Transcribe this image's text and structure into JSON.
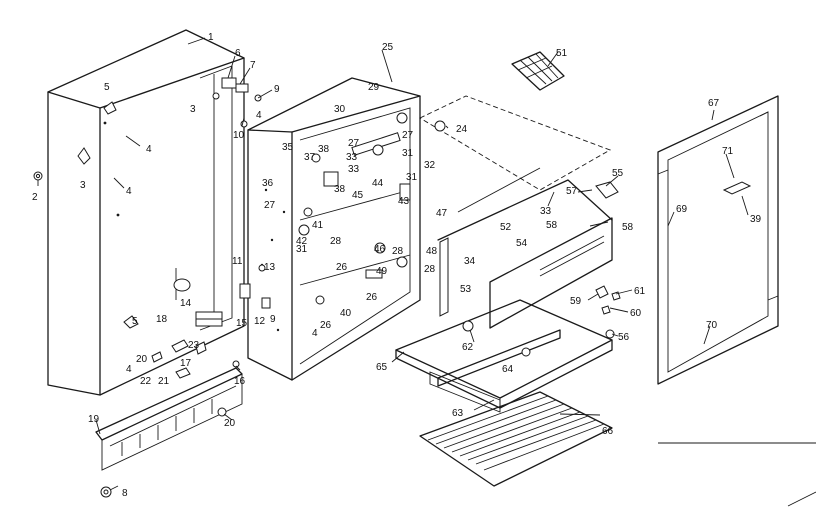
{
  "diagram": {
    "callouts": [
      {
        "id": "c1",
        "text": "1"
      },
      {
        "id": "c2",
        "text": "2"
      },
      {
        "id": "c3a",
        "text": "3"
      },
      {
        "id": "c3b",
        "text": "3"
      },
      {
        "id": "c4a",
        "text": "4"
      },
      {
        "id": "c4b",
        "text": "4"
      },
      {
        "id": "c4c",
        "text": "4"
      },
      {
        "id": "c4d",
        "text": "4"
      },
      {
        "id": "c4e",
        "text": "4"
      },
      {
        "id": "c5a",
        "text": "5"
      },
      {
        "id": "c5b",
        "text": "5"
      },
      {
        "id": "c6",
        "text": "6"
      },
      {
        "id": "c7",
        "text": "7"
      },
      {
        "id": "c8",
        "text": "8"
      },
      {
        "id": "c9a",
        "text": "9"
      },
      {
        "id": "c9b",
        "text": "9"
      },
      {
        "id": "c10",
        "text": "10"
      },
      {
        "id": "c11",
        "text": "11"
      },
      {
        "id": "c12",
        "text": "12"
      },
      {
        "id": "c13",
        "text": "13"
      },
      {
        "id": "c14",
        "text": "14"
      },
      {
        "id": "c15",
        "text": "15"
      },
      {
        "id": "c16",
        "text": "16"
      },
      {
        "id": "c17",
        "text": "17"
      },
      {
        "id": "c18",
        "text": "18"
      },
      {
        "id": "c19",
        "text": "19"
      },
      {
        "id": "c20a",
        "text": "20"
      },
      {
        "id": "c20b",
        "text": "20"
      },
      {
        "id": "c21",
        "text": "21"
      },
      {
        "id": "c22",
        "text": "22"
      },
      {
        "id": "c23",
        "text": "23"
      },
      {
        "id": "c24",
        "text": "24"
      },
      {
        "id": "c25",
        "text": "25"
      },
      {
        "id": "c26a",
        "text": "26"
      },
      {
        "id": "c26b",
        "text": "26"
      },
      {
        "id": "c26c",
        "text": "26"
      },
      {
        "id": "c27a",
        "text": "27"
      },
      {
        "id": "c27b",
        "text": "27"
      },
      {
        "id": "c27c",
        "text": "27"
      },
      {
        "id": "c28a",
        "text": "28"
      },
      {
        "id": "c28b",
        "text": "28"
      },
      {
        "id": "c28c",
        "text": "28"
      },
      {
        "id": "c29",
        "text": "29"
      },
      {
        "id": "c30",
        "text": "30"
      },
      {
        "id": "c31a",
        "text": "31"
      },
      {
        "id": "c31b",
        "text": "31"
      },
      {
        "id": "c31c",
        "text": "31"
      },
      {
        "id": "c32",
        "text": "32"
      },
      {
        "id": "c33a",
        "text": "33"
      },
      {
        "id": "c33b",
        "text": "33"
      },
      {
        "id": "c33c",
        "text": "33"
      },
      {
        "id": "c34",
        "text": "34"
      },
      {
        "id": "c35",
        "text": "35"
      },
      {
        "id": "c36",
        "text": "36"
      },
      {
        "id": "c37",
        "text": "37"
      },
      {
        "id": "c38a",
        "text": "38"
      },
      {
        "id": "c38b",
        "text": "38"
      },
      {
        "id": "c39",
        "text": "39"
      },
      {
        "id": "c40",
        "text": "40"
      },
      {
        "id": "c41",
        "text": "41"
      },
      {
        "id": "c42",
        "text": "42"
      },
      {
        "id": "c43",
        "text": "43"
      },
      {
        "id": "c44",
        "text": "44"
      },
      {
        "id": "c45",
        "text": "45"
      },
      {
        "id": "c46",
        "text": "46"
      },
      {
        "id": "c47",
        "text": "47"
      },
      {
        "id": "c48",
        "text": "48"
      },
      {
        "id": "c49",
        "text": "49"
      },
      {
        "id": "c51",
        "text": "51"
      },
      {
        "id": "c52",
        "text": "52"
      },
      {
        "id": "c53",
        "text": "53"
      },
      {
        "id": "c54",
        "text": "54"
      },
      {
        "id": "c55",
        "text": "55"
      },
      {
        "id": "c56",
        "text": "56"
      },
      {
        "id": "c57",
        "text": "57"
      },
      {
        "id": "c58a",
        "text": "58"
      },
      {
        "id": "c58b",
        "text": "58"
      },
      {
        "id": "c59",
        "text": "59"
      },
      {
        "id": "c60",
        "text": "60"
      },
      {
        "id": "c61",
        "text": "61"
      },
      {
        "id": "c62",
        "text": "62"
      },
      {
        "id": "c63",
        "text": "63"
      },
      {
        "id": "c64",
        "text": "64"
      },
      {
        "id": "c65",
        "text": "65"
      },
      {
        "id": "c66",
        "text": "66"
      },
      {
        "id": "c67",
        "text": "67"
      },
      {
        "id": "c69",
        "text": "69"
      },
      {
        "id": "c70",
        "text": "70"
      },
      {
        "id": "c71",
        "text": "71"
      }
    ]
  }
}
